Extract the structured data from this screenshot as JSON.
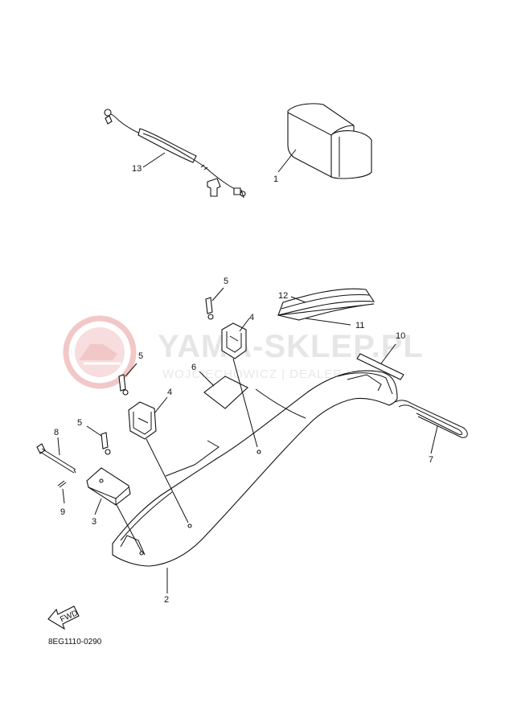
{
  "diagram_code": "8EG1110-0290",
  "fwd_arrow": "FWD",
  "watermark": {
    "brand": "YAMA-SKLEP.PL",
    "subtitle": "WOJCIECHOWICZ | DEALER YAMAHA",
    "colors": {
      "logo": "#f2c7c7",
      "text": "#e6e6e6"
    }
  },
  "callouts": {
    "p1": "1",
    "p2": "2",
    "p3": "3",
    "p4a": "4",
    "p4b": "4",
    "p5a": "5",
    "p5b": "5",
    "p5c": "5",
    "p6": "6",
    "p7": "7",
    "p8": "8",
    "p9": "9",
    "p10": "10",
    "p11": "11",
    "p12": "12",
    "p13": "13"
  }
}
